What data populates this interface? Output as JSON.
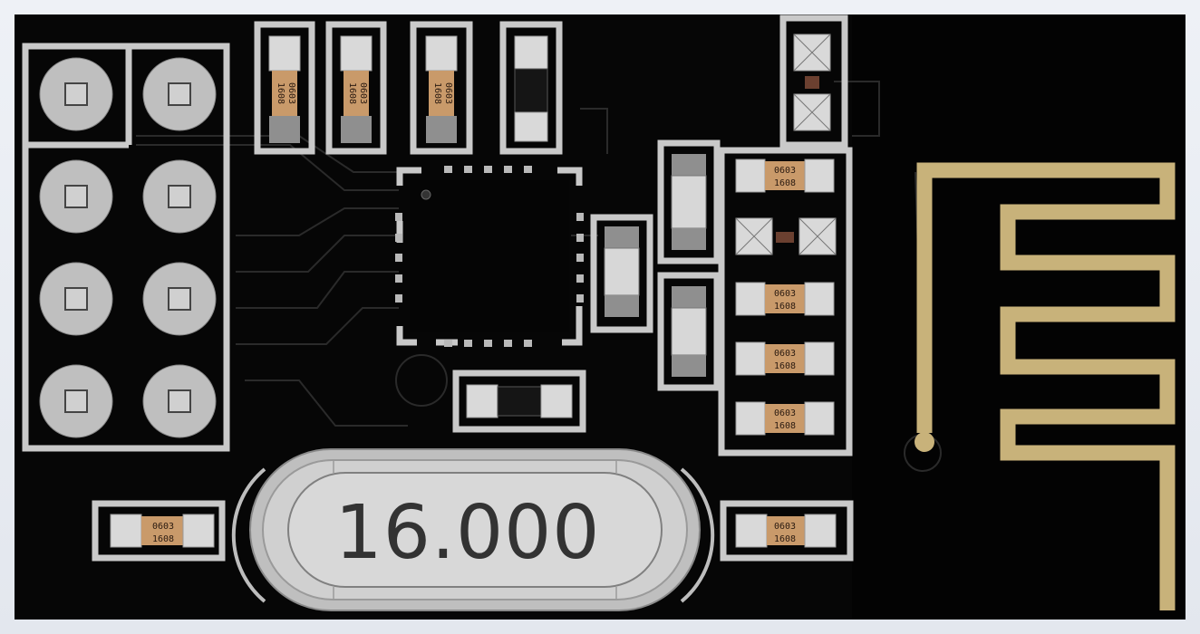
{
  "crystal": {
    "marking": "16.000"
  },
  "resistors": [
    {
      "id": "r1",
      "line1": "0603",
      "line2": "1608"
    },
    {
      "id": "r2",
      "line1": "0603",
      "line2": "1608"
    },
    {
      "id": "r3",
      "line1": "0603",
      "line2": "1608"
    },
    {
      "id": "r4",
      "line1": "0603",
      "line2": "1608"
    },
    {
      "id": "r5",
      "line1": "0603",
      "line2": "1608"
    },
    {
      "id": "r6",
      "line1": "0603",
      "line2": "1608"
    },
    {
      "id": "r7",
      "line1": "0603",
      "line2": "1608"
    },
    {
      "id": "r8",
      "line1": "0603",
      "line2": "1608"
    },
    {
      "id": "r9",
      "line1": "0603",
      "line2": "1608"
    }
  ],
  "colors": {
    "board": "#060606",
    "silkscreen": "#c9c9c9",
    "antenna_copper": "#c8b27a",
    "resistor_body": "#c99a6a"
  }
}
